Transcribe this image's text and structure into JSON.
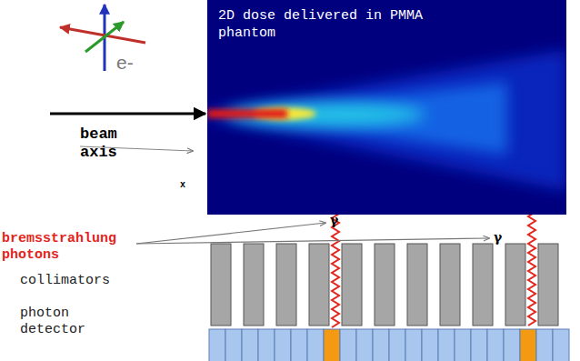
{
  "diagram": {
    "nodes": [
      {
        "text": [
          "2D dose delivered in PMMA phantom"
        ]
      }
    ],
    "labels": [
      "e-",
      "beam axis",
      "x",
      "bremsstrahlung photons",
      "collimators",
      "photon detector",
      "γ",
      "γ"
    ]
  }
}
